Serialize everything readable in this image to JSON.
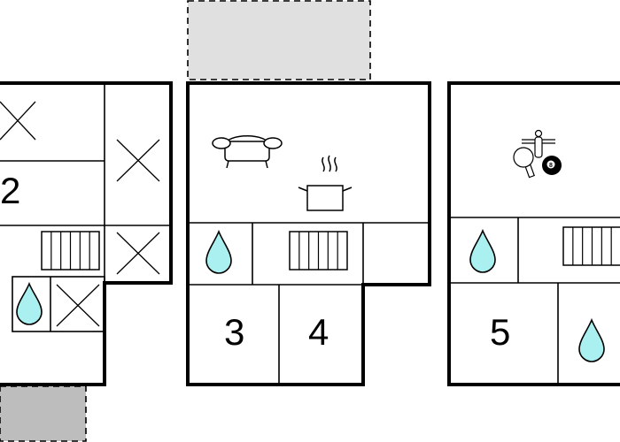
{
  "colors": {
    "water": "#aaf0f0",
    "terrace_dark": "#bdbdbd",
    "terrace_light": "#e0e0e0",
    "wall": "#000000"
  },
  "room_numbers": {
    "left": "2",
    "middle_a": "3",
    "middle_b": "4",
    "right": "5"
  },
  "icons": [
    "bed-cross-icon",
    "radiator-icon",
    "water-drop-icon",
    "sofa-icon",
    "cooking-pot-icon",
    "table-tennis-icon",
    "foosball-icon",
    "billiard-ball-icon"
  ],
  "billiard_ball_label": "8"
}
